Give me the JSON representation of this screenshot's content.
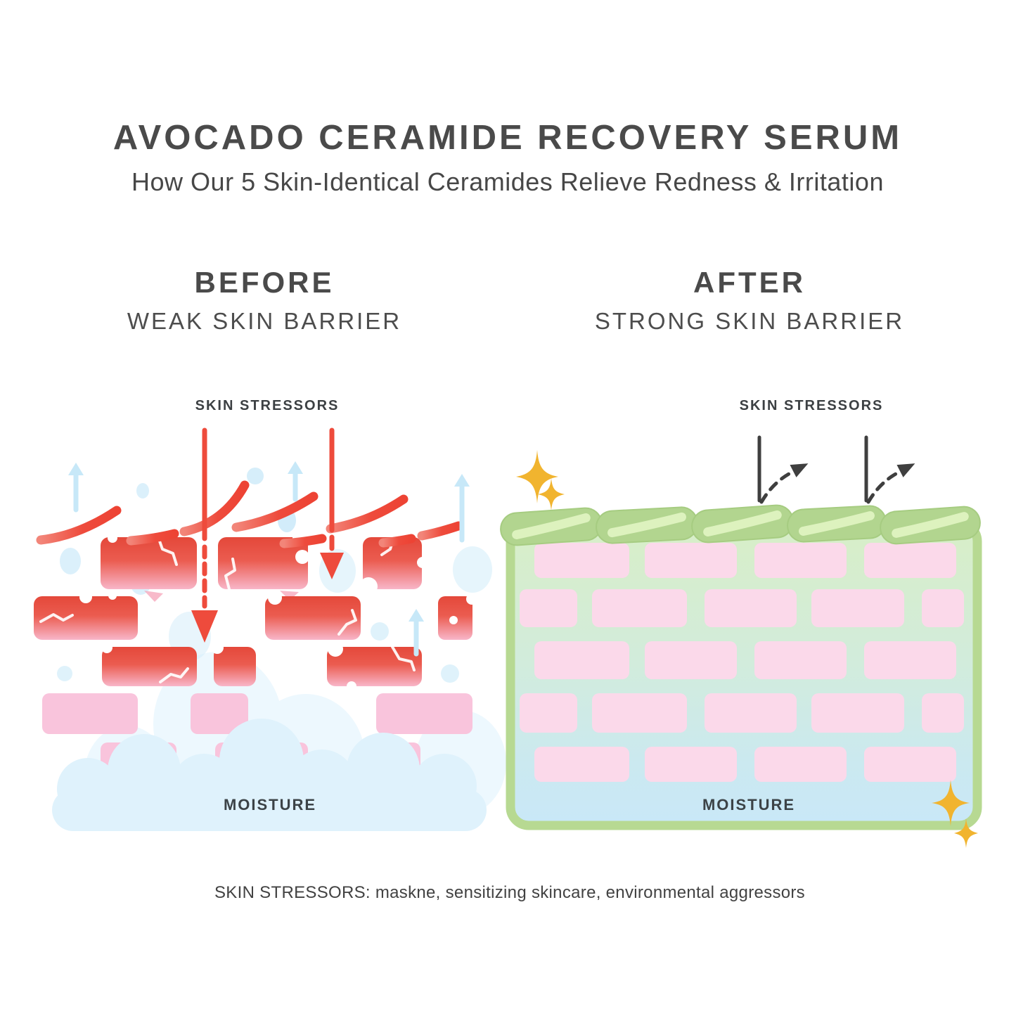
{
  "header": {
    "title": "AVOCADO CERAMIDE RECOVERY SERUM",
    "subtitle": "How Our 5 Skin-Identical Ceramides Relieve Redness & Irritation"
  },
  "before_panel": {
    "heading": "BEFORE",
    "subheading": "WEAK SKIN BARRIER",
    "stressors_label": "SKIN STRESSORS",
    "moisture_label": "MOISTURE"
  },
  "after_panel": {
    "heading": "AFTER",
    "subheading": "STRONG SKIN BARRIER",
    "stressors_label": "SKIN STRESSORS",
    "moisture_label": "MOISTURE"
  },
  "footer": {
    "caption": "SKIN STRESSORS: maskne, sensitizing skincare, environmental aggressors"
  },
  "colors": {
    "text_dark": "#4A4A4A",
    "red": "#EE4B3C",
    "brick_red_top": "#E5473A",
    "brick_red_bottom": "#F9B7CA",
    "brick_pink": "#F9C4DC",
    "brick_pink_light": "#FBD9EA",
    "moisture_blue": "#C7E8F8",
    "cloud_blue": "#DFF2FC",
    "barrier_green": "#B2D58F",
    "barrier_green_light": "#DDF2BE",
    "sparkle_gold": "#F1B42F",
    "deflect_arrow_dark": "#3F3F3F"
  }
}
